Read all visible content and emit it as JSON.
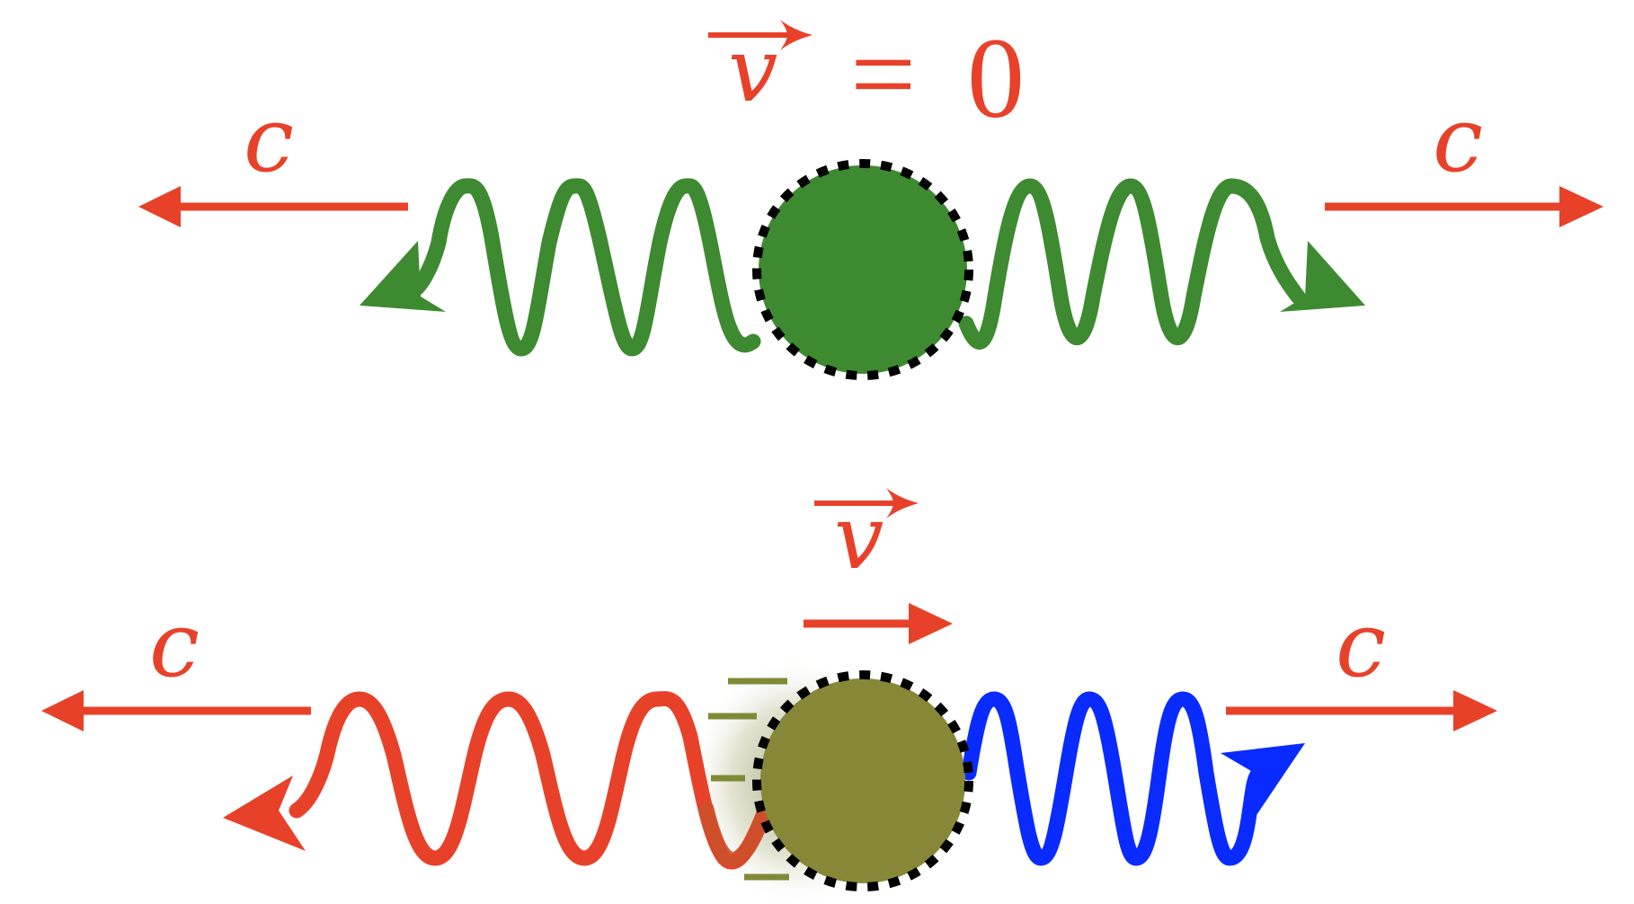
{
  "colors": {
    "red": "#E8412A",
    "green": "#3E8A31",
    "olive": "#878837",
    "olive_dash": "#808A36",
    "blue": "#0A2BFF",
    "brown": "#C9522A",
    "black": "#000000",
    "white": "#FFFFFF"
  },
  "top_panel": {
    "velocity_symbol": "v",
    "equals_sign": "=",
    "velocity_value": "0",
    "left_speed_label": "c",
    "right_speed_label": "c",
    "left_wave_color": "green",
    "right_wave_color": "green",
    "particle_color": "green"
  },
  "bottom_panel": {
    "velocity_symbol": "v",
    "left_speed_label": "c",
    "right_speed_label": "c",
    "left_wave_color": "red",
    "right_wave_color": "blue",
    "particle_color": "olive"
  },
  "icons": {
    "velocity_vector_arrow": "right-arrow-icon",
    "speed_arrow_left": "left-arrow-icon",
    "speed_arrow_right": "right-arrow-icon",
    "wave_arrowhead": "arrowhead-icon"
  }
}
